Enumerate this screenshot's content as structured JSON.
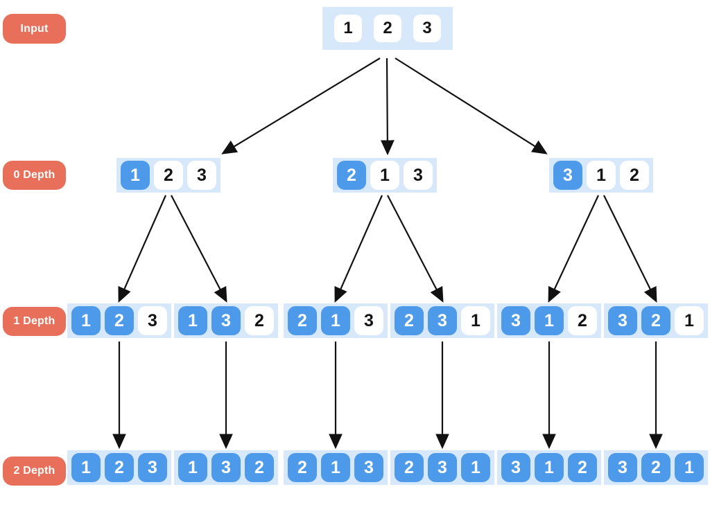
{
  "labels": {
    "input": "Input",
    "depth0": "0 Depth",
    "depth1": "1 Depth",
    "depth2": "2 Depth"
  },
  "colors": {
    "label_bg": "#E8705A",
    "node_bg": "#D7E8FA",
    "cell_active": "#4D9AEB",
    "cell_inactive": "#FFFFFF",
    "number_dark": "#141414",
    "number_light": "#FFFFFF",
    "arrow": "#111111"
  },
  "tree": {
    "root": {
      "id": "root",
      "values": [
        "1",
        "2",
        "3"
      ],
      "active": [
        false,
        false,
        false
      ]
    },
    "depth0": [
      {
        "id": "d0-0",
        "values": [
          "1",
          "2",
          "3"
        ],
        "active": [
          true,
          false,
          false
        ]
      },
      {
        "id": "d0-1",
        "values": [
          "2",
          "1",
          "3"
        ],
        "active": [
          true,
          false,
          false
        ]
      },
      {
        "id": "d0-2",
        "values": [
          "3",
          "1",
          "2"
        ],
        "active": [
          true,
          false,
          false
        ]
      }
    ],
    "depth1": [
      {
        "id": "d1-0",
        "values": [
          "1",
          "2",
          "3"
        ],
        "active": [
          true,
          true,
          false
        ]
      },
      {
        "id": "d1-1",
        "values": [
          "1",
          "3",
          "2"
        ],
        "active": [
          true,
          true,
          false
        ]
      },
      {
        "id": "d1-2",
        "values": [
          "2",
          "1",
          "3"
        ],
        "active": [
          true,
          true,
          false
        ]
      },
      {
        "id": "d1-3",
        "values": [
          "2",
          "3",
          "1"
        ],
        "active": [
          true,
          true,
          false
        ]
      },
      {
        "id": "d1-4",
        "values": [
          "3",
          "1",
          "2"
        ],
        "active": [
          true,
          true,
          false
        ]
      },
      {
        "id": "d1-5",
        "values": [
          "3",
          "2",
          "1"
        ],
        "active": [
          true,
          true,
          false
        ]
      }
    ],
    "depth2": [
      {
        "id": "d2-0",
        "values": [
          "1",
          "2",
          "3"
        ],
        "active": [
          true,
          true,
          true
        ]
      },
      {
        "id": "d2-1",
        "values": [
          "1",
          "3",
          "2"
        ],
        "active": [
          true,
          true,
          true
        ]
      },
      {
        "id": "d2-2",
        "values": [
          "2",
          "1",
          "3"
        ],
        "active": [
          true,
          true,
          true
        ]
      },
      {
        "id": "d2-3",
        "values": [
          "2",
          "3",
          "1"
        ],
        "active": [
          true,
          true,
          true
        ]
      },
      {
        "id": "d2-4",
        "values": [
          "3",
          "1",
          "2"
        ],
        "active": [
          true,
          true,
          true
        ]
      },
      {
        "id": "d2-5",
        "values": [
          "3",
          "2",
          "1"
        ],
        "active": [
          true,
          true,
          true
        ]
      }
    ],
    "edges": [
      {
        "from": "root",
        "to": "d0-0"
      },
      {
        "from": "root",
        "to": "d0-1"
      },
      {
        "from": "root",
        "to": "d0-2"
      },
      {
        "from": "d0-0",
        "to": "d1-0"
      },
      {
        "from": "d0-0",
        "to": "d1-1"
      },
      {
        "from": "d0-1",
        "to": "d1-2"
      },
      {
        "from": "d0-1",
        "to": "d1-3"
      },
      {
        "from": "d0-2",
        "to": "d1-4"
      },
      {
        "from": "d0-2",
        "to": "d1-5"
      },
      {
        "from": "d1-0",
        "to": "d2-0"
      },
      {
        "from": "d1-1",
        "to": "d2-1"
      },
      {
        "from": "d1-2",
        "to": "d2-2"
      },
      {
        "from": "d1-3",
        "to": "d2-3"
      },
      {
        "from": "d1-4",
        "to": "d2-4"
      },
      {
        "from": "d1-5",
        "to": "d2-5"
      }
    ]
  }
}
